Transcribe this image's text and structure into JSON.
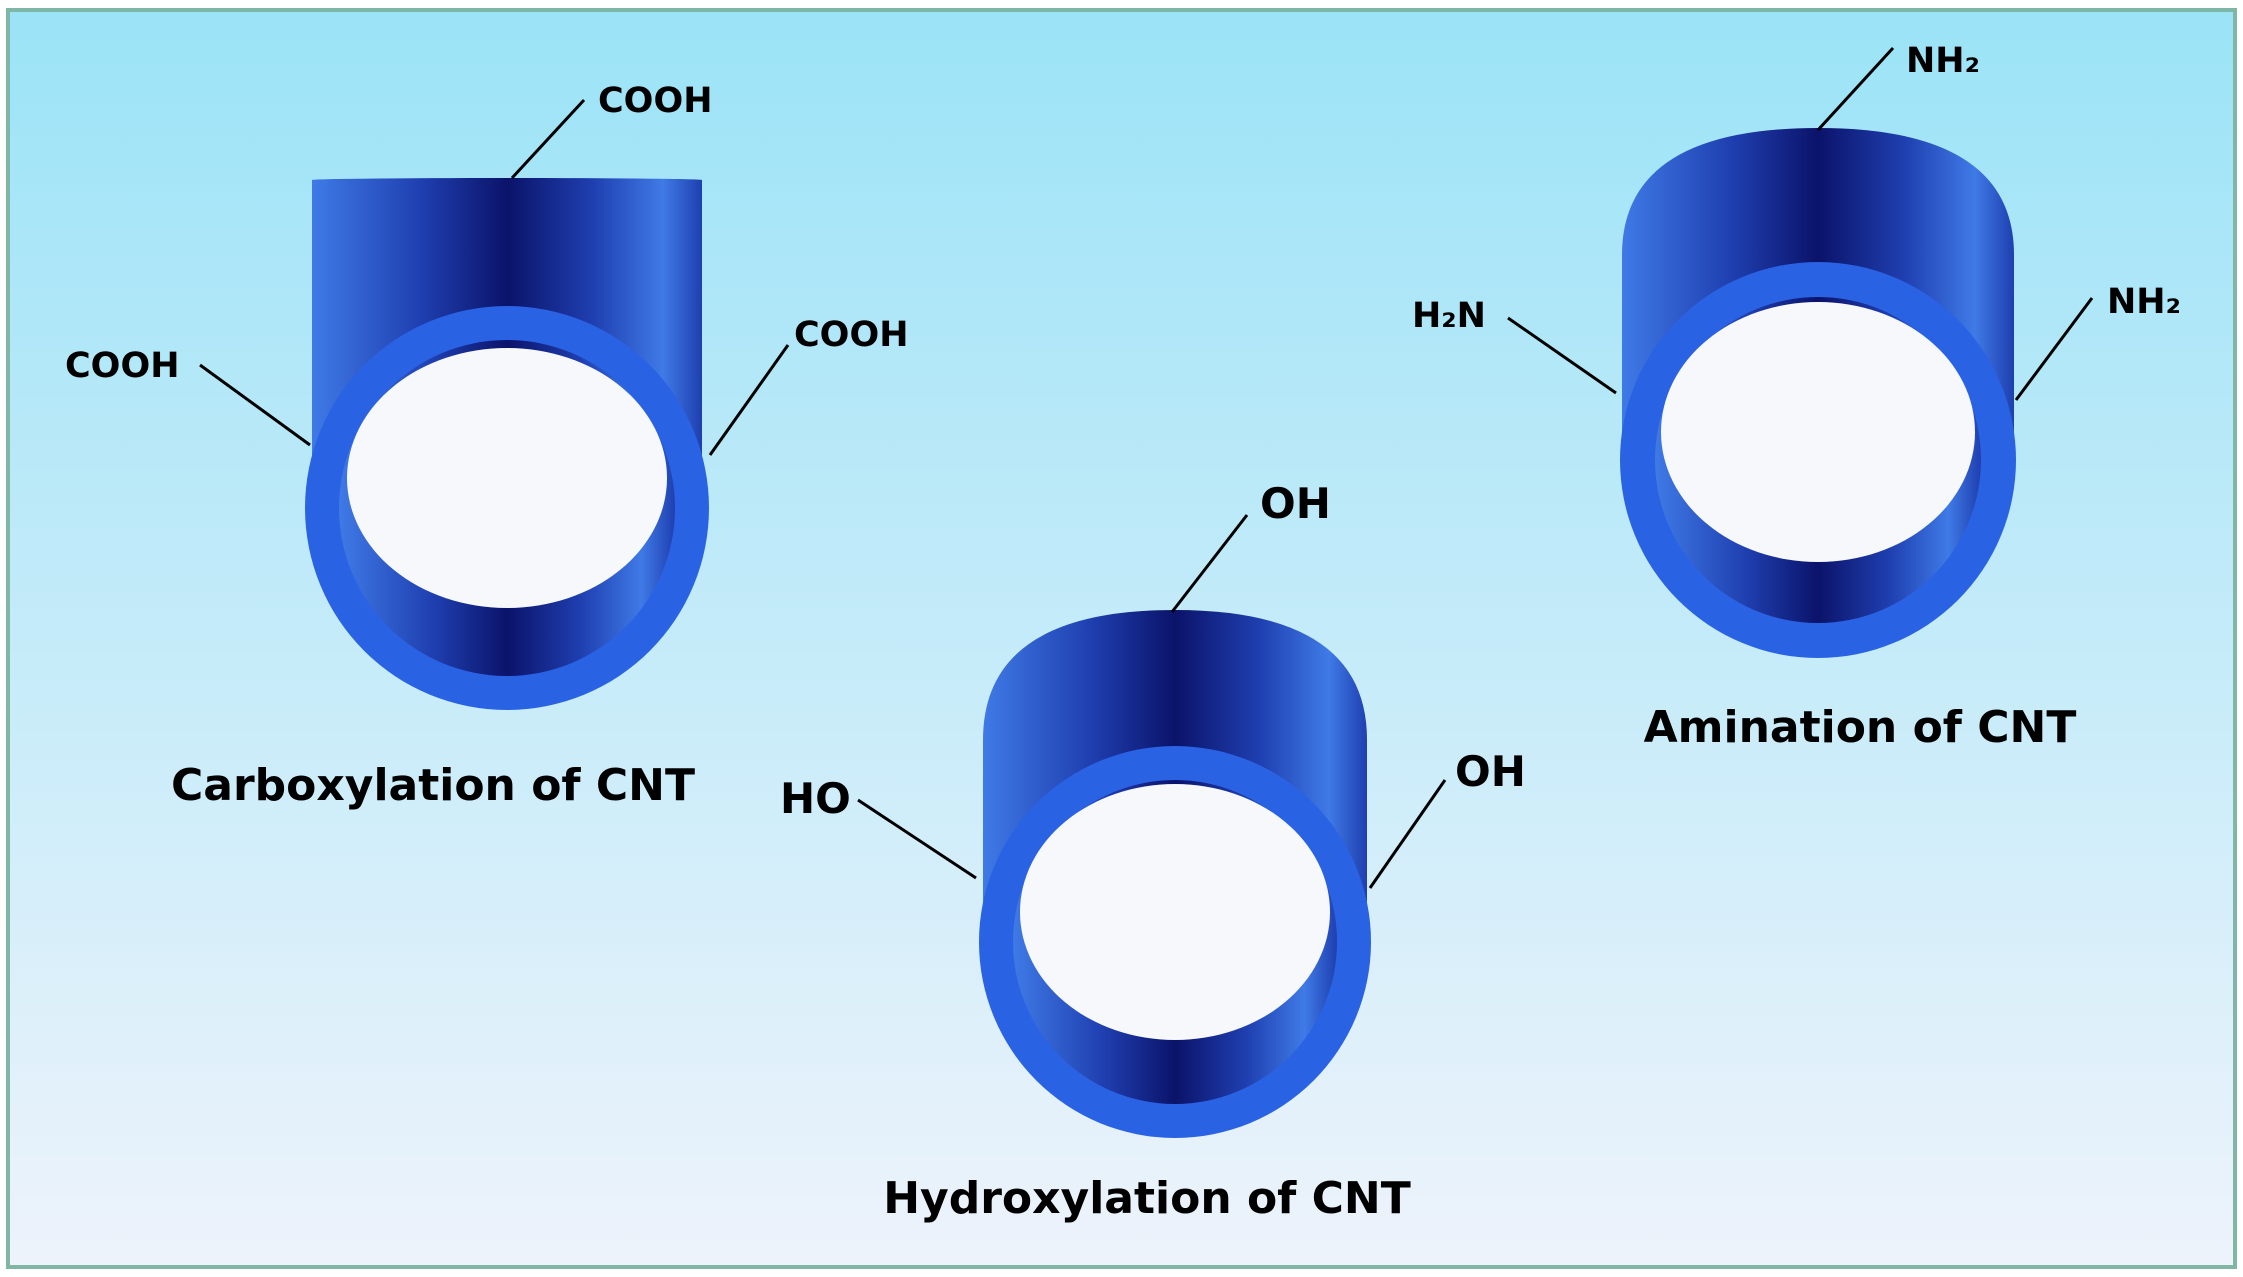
{
  "colors": {
    "frame_border": "#7fb7a4",
    "background_top": "#9be3f7",
    "background_bottom": "#eef3fb",
    "tube_dark": "#0b136a",
    "tube_mid": "#1f3fb0",
    "tube_light": "#3f7ae6",
    "rim": "#2a62e4",
    "hole": "#f7f8fb"
  },
  "tubes": [
    {
      "id": "carboxylation",
      "title": "Carboxylation of CNT",
      "groups": [
        "COOH",
        "COOH",
        "COOH"
      ]
    },
    {
      "id": "hydroxylation",
      "title": "Hydroxylation of CNT",
      "groups": [
        "OH",
        "HO",
        "OH"
      ]
    },
    {
      "id": "amination",
      "title": "Amination of CNT",
      "groups": [
        "NH₂",
        "H₂N",
        "NH₂"
      ]
    }
  ]
}
